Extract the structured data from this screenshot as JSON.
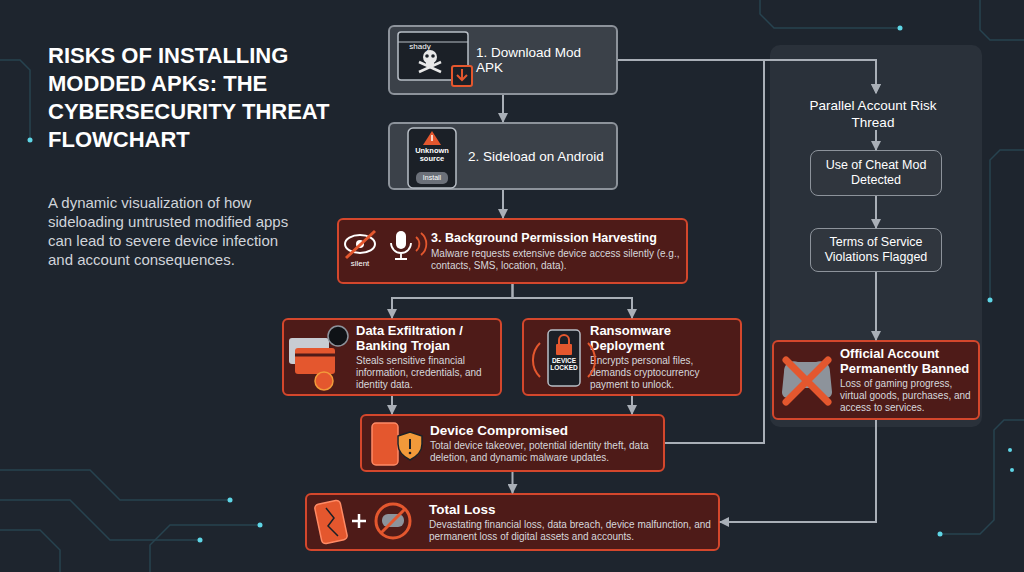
{
  "diagram": {
    "title": "RISKS OF INSTALLING MODDED APKs: THE CYBERSECURITY THREAT FLOWCHART",
    "caption": "A dynamic visualization of how sideloading untrusted modified apps can lead to severe device infection and account consequences.",
    "nodes": [
      {
        "text": [
          "1. Download Mod APK"
        ]
      },
      {
        "text": [
          "2. Sideload on Android"
        ]
      },
      {
        "text": [
          "3. Background Permission Harvesting",
          "Malware requests extensive device access silently (e.g., contacts, SMS, location, data)."
        ]
      },
      {
        "text": [
          "Data Exfiltration / Banking Trojan",
          "Steals sensitive financial information, credentials, and identity data."
        ]
      },
      {
        "text": [
          "Ransomware Deployment",
          "Encrypts personal files, demands cryptocurrency payment to unlock."
        ]
      },
      {
        "text": [
          "Device Compromised",
          "Total device takeover, potential identity theft, data deletion, and dynamic malware updates."
        ]
      },
      {
        "text": [
          "Total Loss",
          "Devastating financial loss, data breach, device malfunction, and permanent loss of digital assets and accounts."
        ]
      },
      {
        "text": [
          "Parallel Account Risk Thread"
        ]
      },
      {
        "text": [
          "Use of Cheat Mod Detected"
        ],
        "in": 7
      },
      {
        "text": [
          "Terms of Service Violations Flagged"
        ],
        "in": 7
      },
      {
        "text": [
          "Official Account Permanently Banned",
          "Loss of gaming progress, virtual goods, purchases, and access to services."
        ],
        "in": 7
      }
    ],
    "edges": [
      {
        "from": 0,
        "to": 1,
        "arrow": "to"
      },
      {
        "from": 1,
        "to": 2,
        "arrow": "to"
      },
      {
        "from": 2,
        "to": 3,
        "arrow": "to"
      },
      {
        "from": 2,
        "to": 4,
        "arrow": "to"
      },
      {
        "from": 3,
        "to": 5,
        "arrow": "to"
      },
      {
        "from": 4,
        "to": 5,
        "arrow": "to"
      },
      {
        "from": 5,
        "to": 6,
        "arrow": "to"
      },
      {
        "from": 0,
        "to": 7,
        "arrow": "to"
      },
      {
        "from": 5,
        "to": 7,
        "arrow": "to"
      },
      {
        "from": 7,
        "to": 8,
        "arrow": "to"
      },
      {
        "from": 8,
        "to": 9,
        "arrow": "to"
      },
      {
        "from": 9,
        "to": 10,
        "arrow": "to"
      },
      {
        "from": 10,
        "to": 6,
        "arrow": "to"
      }
    ],
    "labels": [
      "shady",
      "Unknown source",
      "Install",
      "silent",
      "DEVICE LOCKED"
    ]
  }
}
